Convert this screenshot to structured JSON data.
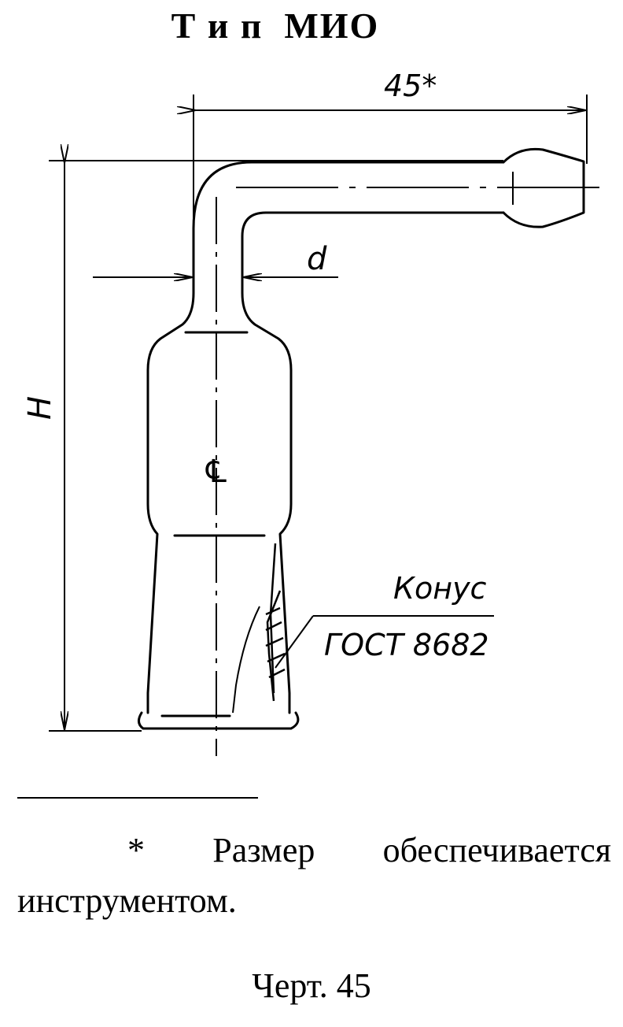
{
  "figure": {
    "title": "Т и п  МИО",
    "dimensions": {
      "width_label": "45*",
      "diameter_label": "d",
      "height_label": "H"
    },
    "axis_symbol": "℄",
    "cone_note": {
      "line1": "Конус",
      "line2": "ГОСТ 8682"
    }
  },
  "footnote": {
    "text": "* Размер обеспечивается инструментом."
  },
  "caption": "Черт. 45"
}
